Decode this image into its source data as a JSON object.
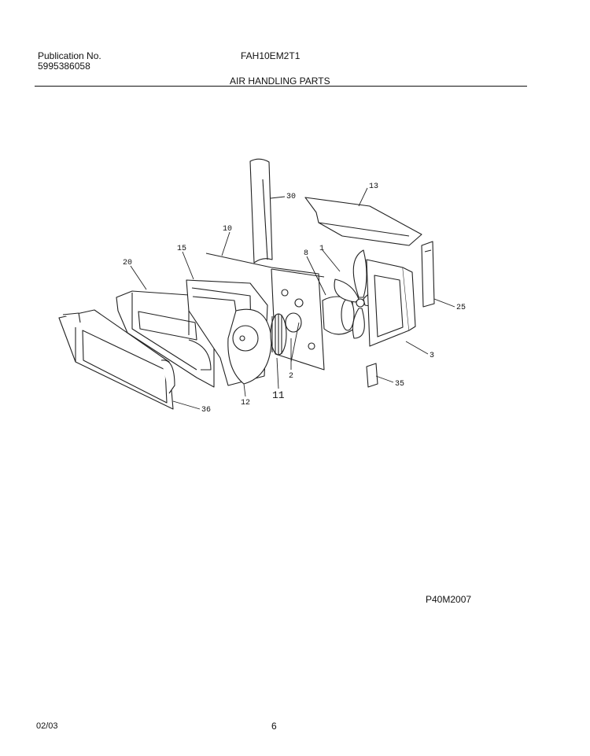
{
  "header": {
    "publication_label": "Publication No.",
    "publication_number": "5995386058",
    "model": "FAH10EM2T1",
    "section_title": "AIR HANDLING PARTS"
  },
  "parts": [
    "30",
    "13",
    "10",
    "15",
    "20",
    "8",
    "1",
    "25",
    "3",
    "35",
    "36",
    "12",
    "11",
    "2"
  ],
  "figure_code": "P40M2007",
  "footer": {
    "date": "02/03",
    "page": "6"
  }
}
